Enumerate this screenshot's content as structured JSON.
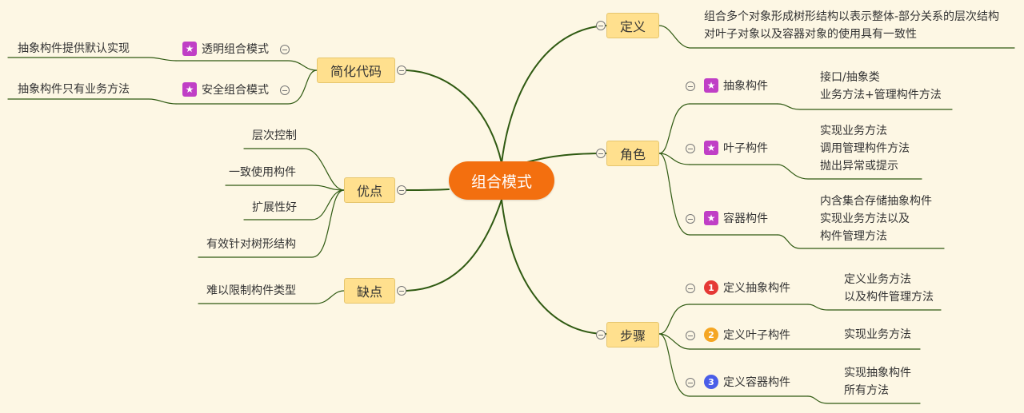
{
  "root": "组合模式",
  "colors": {
    "root": "#f36f0f",
    "topic": "#ffe08e",
    "line": "#2f5a12",
    "star": "#c03fc6",
    "step1": "#e53935",
    "step2": "#f5a623",
    "step3": "#4a5ee8"
  },
  "definition": {
    "label": "定义",
    "lines": [
      "组合多个对象形成树形结构以表示整体-部分关系的层次结构",
      "对叶子对象以及容器对象的使用具有一致性"
    ]
  },
  "roles": {
    "label": "角色",
    "items": [
      {
        "label": "抽象构件",
        "icon": "star-icon",
        "lines": [
          "接口/抽象类",
          "业务方法+管理构件方法"
        ]
      },
      {
        "label": "叶子构件",
        "icon": "star-icon",
        "lines": [
          "实现业务方法",
          "调用管理构件方法",
          "抛出异常或提示"
        ]
      },
      {
        "label": "容器构件",
        "icon": "star-icon",
        "lines": [
          "内含集合存储抽象构件",
          "实现业务方法以及",
          "构件管理方法"
        ]
      }
    ]
  },
  "steps": {
    "label": "步骤",
    "items": [
      {
        "num": "1",
        "label": "定义抽象构件",
        "lines": [
          "定义业务方法",
          "以及构件管理方法"
        ]
      },
      {
        "num": "2",
        "label": "定义叶子构件",
        "lines": [
          "实现业务方法"
        ]
      },
      {
        "num": "3",
        "label": "定义容器构件",
        "lines": [
          "实现抽象构件",
          "所有方法"
        ]
      }
    ]
  },
  "simplify": {
    "label": "简化代码",
    "items": [
      {
        "label": "透明组合模式",
        "icon": "star-icon",
        "note": "抽象构件提供默认实现"
      },
      {
        "label": "安全组合模式",
        "icon": "star-icon",
        "note": "抽象构件只有业务方法"
      }
    ]
  },
  "pros": {
    "label": "优点",
    "items": [
      "层次控制",
      "一致使用构件",
      "扩展性好",
      "有效针对树形结构"
    ]
  },
  "cons": {
    "label": "缺点",
    "items": [
      "难以限制构件类型"
    ]
  }
}
